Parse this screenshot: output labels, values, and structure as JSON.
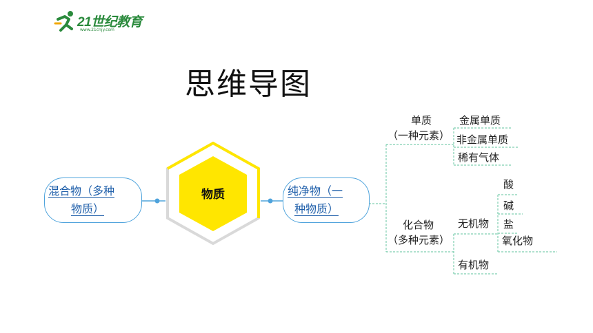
{
  "logo": {
    "text": "21世纪教育",
    "sub": "www.21cnjy.com",
    "icon": "running-person-icon",
    "color": "#2a8a3c"
  },
  "title": "思维导图",
  "center": {
    "label": "物质",
    "fill": "#ffe600",
    "ring": "#ffe600"
  },
  "left": {
    "line1": "混合物（多种",
    "line2": "物质）"
  },
  "right": {
    "line1": "纯净物（一",
    "line2": "种物质）"
  },
  "pure": {
    "simple": {
      "line1": "单质",
      "line2": "（一种元素）",
      "children": [
        "金属单质",
        "非金属单质",
        "稀有气体"
      ]
    },
    "compound": {
      "line1": "化合物",
      "line2": "（多种元素）",
      "inorganic": {
        "label": "无机物",
        "children": [
          "酸",
          "碱",
          "盐",
          "氧化物"
        ]
      },
      "organic": {
        "label": "有机物"
      }
    }
  },
  "colors": {
    "accent_blue": "#4ea3dc",
    "text_blue": "#1f5faa",
    "dashed_green": "#7fcfb0"
  }
}
